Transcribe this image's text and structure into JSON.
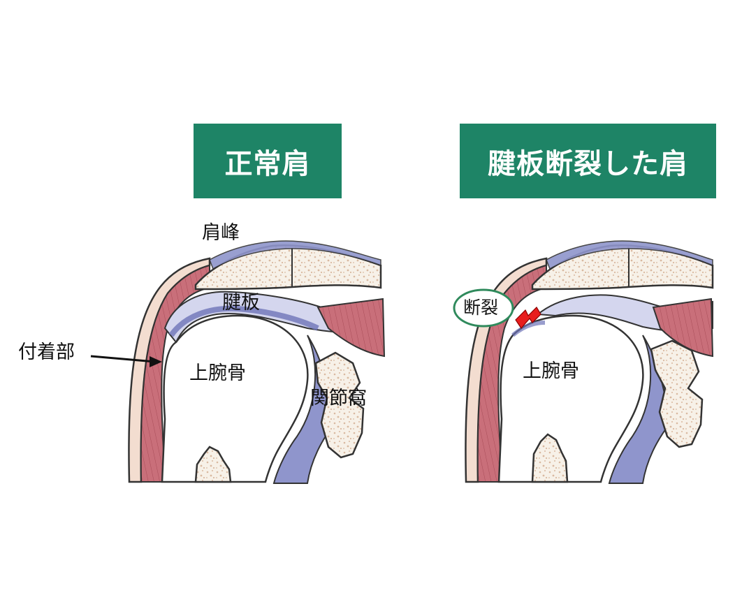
{
  "panels": {
    "normal": {
      "title": "正常肩",
      "labels": {
        "acromion": "肩峰",
        "tendon_plate": "腱板",
        "attachment": "付着部",
        "humerus": "上腕骨",
        "glenoid": "関節窩"
      }
    },
    "torn": {
      "title": "腱板断裂した肩",
      "labels": {
        "tear": "断裂",
        "humerus": "上腕骨"
      }
    }
  },
  "colors": {
    "title_bg": "#1e8466",
    "title_text": "#ffffff",
    "muscle": "#c96f7a",
    "muscle_dark": "#a84c58",
    "skin": "#f3ddd0",
    "cartilage": "#8f95cc",
    "cartilage_light": "#d4d6ee",
    "bone": "#f7f1e8",
    "bone_dots": "#d9b9a0",
    "tear_red": "#e81d1d",
    "tear_circle": "#2f8a5c"
  }
}
